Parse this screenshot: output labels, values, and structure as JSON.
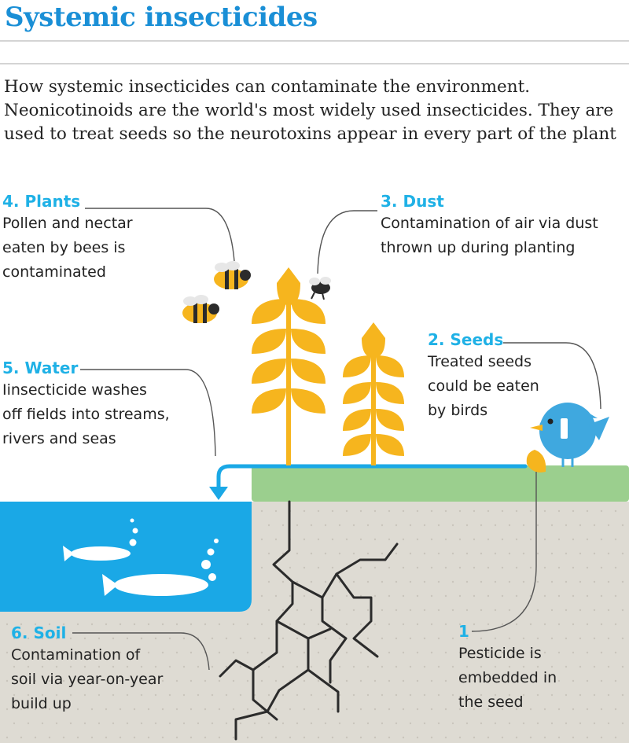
{
  "header": {
    "title": "Systemic insecticides",
    "intro": "How systemic insecticides can contaminate the environment. Neonicotinoids are the world's most widely used insecticides. They are used to treat seeds so the neurotoxins appear in every part of the plant"
  },
  "labels": {
    "plants": {
      "heading": "4. Plants",
      "body": [
        "Pollen and nectar",
        "eaten by bees is",
        "contaminated"
      ]
    },
    "dust": {
      "heading": "3. Dust",
      "body": [
        "Contamination of air via dust",
        "thrown up during planting"
      ]
    },
    "seeds": {
      "heading": "2. Seeds",
      "body": [
        "Treated seeds",
        "could be eaten",
        "by birds"
      ]
    },
    "water": {
      "heading": "5. Water",
      "body": [
        "Iinsecticide washes",
        "off fields into streams,",
        "rivers and seas"
      ]
    },
    "soil": {
      "heading": "6. Soil",
      "body": [
        "Contamination of",
        "soil via year-on-year",
        "build up"
      ]
    },
    "seed": {
      "heading": "1",
      "body": [
        "Pesticide is",
        "embedded in",
        "the seed"
      ]
    }
  },
  "colors": {
    "accent_blue": "#1a8fd6",
    "water": "#1aa8e6",
    "grass": "#9bcf8e",
    "soil": "#dedbd3",
    "wheat": "#f6b51e",
    "bird": "#3fa8df"
  }
}
